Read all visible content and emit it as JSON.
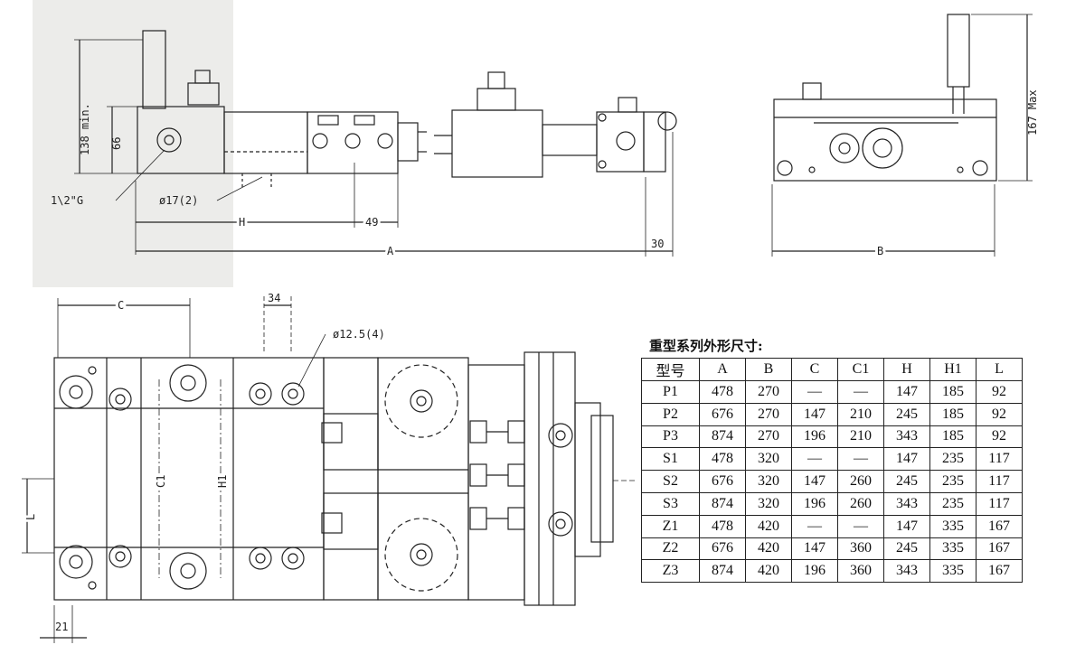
{
  "labels": {
    "dim_138": "138 min.",
    "dim_66": "66",
    "thread": "1\\2\"G",
    "hole_17": "ø17(2)",
    "dim_H": "H",
    "dim_49": "49",
    "dim_A": "A",
    "dim_30": "30",
    "dim_167": "167 Max",
    "dim_B": "B",
    "dim_C": "C",
    "dim_34": "34",
    "hole_12": "ø12.5(4)",
    "dim_C1": "C1",
    "dim_H1": "H1",
    "dim_L": "L",
    "dim_21": "21"
  },
  "table": {
    "title": "重型系列外形尺寸:",
    "headers": [
      "型号",
      "A",
      "B",
      "C",
      "C1",
      "H",
      "H1",
      "L"
    ],
    "rows": [
      [
        "P1",
        "478",
        "270",
        "—",
        "—",
        "147",
        "185",
        "92"
      ],
      [
        "P2",
        "676",
        "270",
        "147",
        "210",
        "245",
        "185",
        "92"
      ],
      [
        "P3",
        "874",
        "270",
        "196",
        "210",
        "343",
        "185",
        "92"
      ],
      [
        "S1",
        "478",
        "320",
        "—",
        "—",
        "147",
        "235",
        "117"
      ],
      [
        "S2",
        "676",
        "320",
        "147",
        "260",
        "245",
        "235",
        "117"
      ],
      [
        "S3",
        "874",
        "320",
        "196",
        "260",
        "343",
        "235",
        "117"
      ],
      [
        "Z1",
        "478",
        "420",
        "—",
        "—",
        "147",
        "335",
        "167"
      ],
      [
        "Z2",
        "676",
        "420",
        "147",
        "360",
        "245",
        "335",
        "167"
      ],
      [
        "Z3",
        "874",
        "420",
        "196",
        "360",
        "343",
        "335",
        "167"
      ]
    ]
  },
  "colors": {
    "paper": "#ececea",
    "ink": "#222222"
  }
}
